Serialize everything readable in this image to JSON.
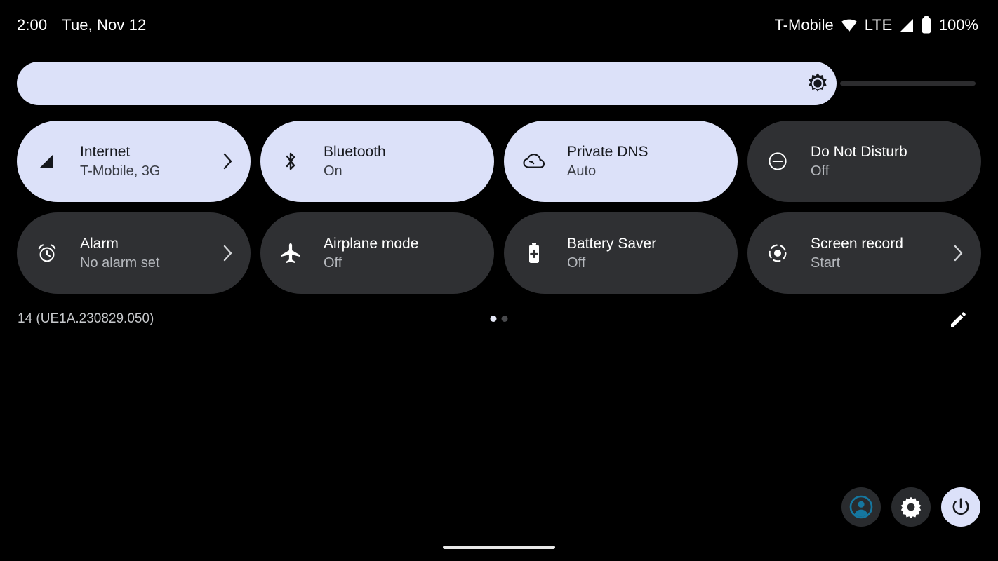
{
  "status_bar": {
    "clock": "2:00",
    "date": "Tue, Nov 12",
    "carrier": "T-Mobile",
    "wifi_icon": "wifi-icon",
    "network_type": "LTE",
    "signal_icon": "cell-signal-icon",
    "battery_icon": "battery-full-icon",
    "battery_percent": "100%"
  },
  "brightness": {
    "icon": "brightness-icon",
    "level_percent": 85,
    "fill_color": "#dce1f9",
    "track_color": "#2c2c2e"
  },
  "tiles": [
    {
      "name": "internet",
      "title": "Internet",
      "subtitle": "T-Mobile, 3G",
      "icon": "cell-signal-icon",
      "state": "active",
      "has_chevron": true
    },
    {
      "name": "bluetooth",
      "title": "Bluetooth",
      "subtitle": "On",
      "icon": "bluetooth-icon",
      "state": "active",
      "has_chevron": false
    },
    {
      "name": "private-dns",
      "title": "Private DNS",
      "subtitle": "Auto",
      "icon": "cloud-icon",
      "state": "active",
      "has_chevron": false
    },
    {
      "name": "do-not-disturb",
      "title": "Do Not Disturb",
      "subtitle": "Off",
      "icon": "do-not-disturb-icon",
      "state": "inactive",
      "has_chevron": false
    },
    {
      "name": "alarm",
      "title": "Alarm",
      "subtitle": "No alarm set",
      "icon": "alarm-clock-icon",
      "state": "inactive",
      "has_chevron": true
    },
    {
      "name": "airplane-mode",
      "title": "Airplane mode",
      "subtitle": "Off",
      "icon": "airplane-icon",
      "state": "inactive",
      "has_chevron": false
    },
    {
      "name": "battery-saver",
      "title": "Battery Saver",
      "subtitle": "Off",
      "icon": "battery-saver-icon",
      "state": "inactive",
      "has_chevron": false
    },
    {
      "name": "screen-record",
      "title": "Screen record",
      "subtitle": "Start",
      "icon": "screen-record-icon",
      "state": "inactive",
      "has_chevron": true
    }
  ],
  "footer": {
    "build_label": "14 (UE1A.230829.050)",
    "pages": {
      "count": 2,
      "active_index": 0
    },
    "edit_icon": "pencil-edit-icon"
  },
  "bottom_actions": [
    {
      "name": "user-switch-button",
      "icon": "account-circle-icon",
      "style": "dark"
    },
    {
      "name": "settings-button",
      "icon": "gear-icon",
      "style": "dark"
    },
    {
      "name": "power-button",
      "icon": "power-icon",
      "style": "light"
    }
  ],
  "colors": {
    "background": "#000000",
    "tile_active": "#dce1f9",
    "tile_inactive": "#2f3033",
    "accent_avatar": "#1577a0",
    "text_on_active": "#15171c",
    "text_on_inactive": "#ffffff"
  },
  "home_indicator": {
    "visible": true
  }
}
